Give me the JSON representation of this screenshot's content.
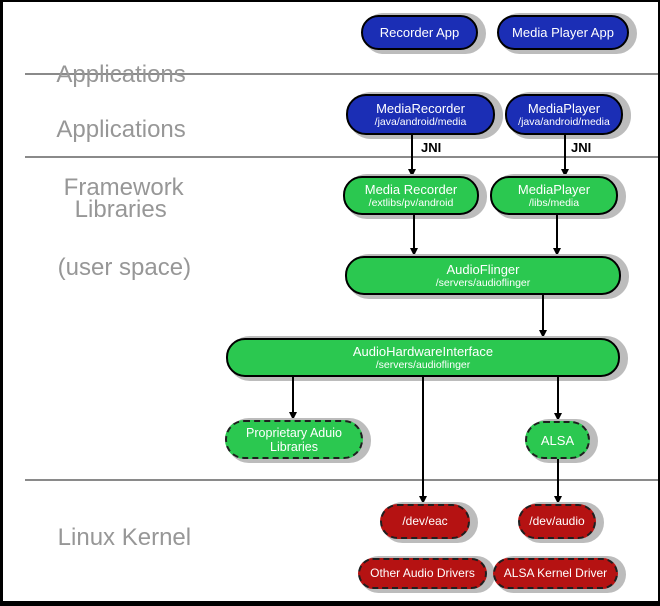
{
  "layers": {
    "applications": "Applications",
    "framework_line1": "Applications",
    "framework_line2": "Framework",
    "libraries_line1": "Libraries",
    "libraries_line2": "(user space)",
    "kernel": "Linux Kernel"
  },
  "labels": {
    "jni": "JNI"
  },
  "nodes": {
    "recorder_app": {
      "title": "Recorder App"
    },
    "media_player_app": {
      "title": "Media Player App"
    },
    "media_recorder_fw": {
      "title": "MediaRecorder",
      "subtitle": "/java/android/media"
    },
    "media_player_fw": {
      "title": "MediaPlayer",
      "subtitle": "/java/android/media"
    },
    "media_recorder_lib": {
      "title": "Media Recorder",
      "subtitle": "/extlibs/pv/android"
    },
    "media_player_lib": {
      "title": "MediaPlayer",
      "subtitle": "/libs/media"
    },
    "audioflinger": {
      "title": "AudioFlinger",
      "subtitle": "/servers/audioflinger"
    },
    "audio_hardware_interface": {
      "title": "AudioHardwareInterface",
      "subtitle": "/servers/audioflinger"
    },
    "proprietary_audio_libraries": {
      "title": "Proprietary Aduio",
      "subtitle": "Libraries"
    },
    "alsa": {
      "title": "ALSA"
    },
    "dev_eac": {
      "title": "/dev/eac"
    },
    "dev_audio": {
      "title": "/dev/audio"
    },
    "other_audio_drivers": {
      "title": "Other Audio Drivers"
    },
    "alsa_kernel_driver": {
      "title": "ALSA Kernel Driver"
    }
  },
  "colors": {
    "app_blue": "#1b2eb5",
    "lib_green": "#2bc850",
    "kernel_red": "#b51212",
    "label_gray": "#979797",
    "divider_gray": "#8a8a8a",
    "shadow_gray": "#bcbcbc"
  }
}
